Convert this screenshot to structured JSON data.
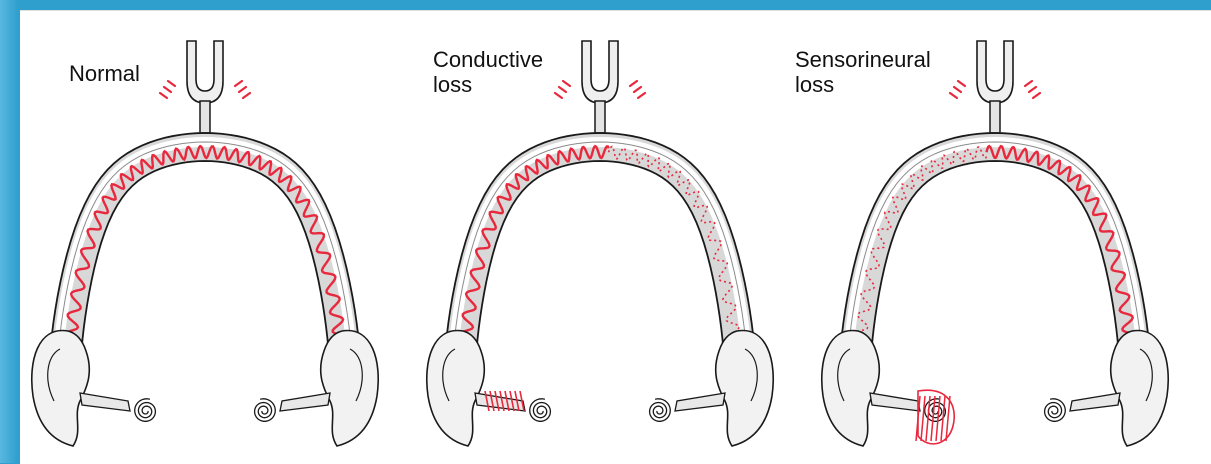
{
  "panels": [
    {
      "id": "normal",
      "label": "Normal"
    },
    {
      "id": "conductive",
      "label": "Conductive\nloss"
    },
    {
      "id": "sensorineural",
      "label": "Sensorineural\nloss"
    }
  ],
  "colors": {
    "background": "#2f9fce",
    "canvas": "#ffffff",
    "sound_wave": "#e8283c",
    "outline": "#1a1a1a",
    "shading": "#d8d8d8"
  },
  "icons": [
    "tuning-fork-icon",
    "ear-icon",
    "cochlea-icon"
  ]
}
